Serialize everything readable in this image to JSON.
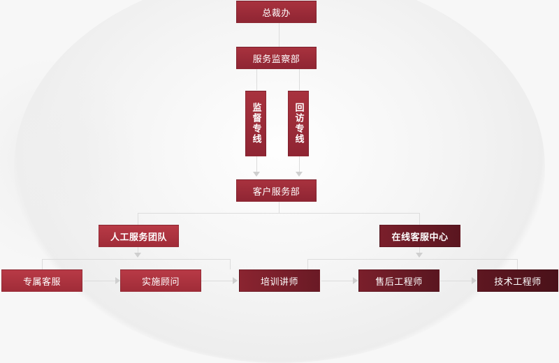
{
  "chart": {
    "ceo": "总裁办",
    "supervision_dept": "服务监察部",
    "hotlines": [
      "监督专线",
      "回访专线"
    ],
    "customer_service_dept": "客户服务部",
    "branches": {
      "manual_team": "人工服务团队",
      "online_center": "在线客服中心"
    },
    "roles": [
      "专属客服",
      "实施顾问",
      "培训讲师",
      "售后工程师",
      "技术工程师"
    ]
  },
  "colors": {
    "primary_red": "#a02c38",
    "dark_red": "#5a1620",
    "connector": "#dcdcdc",
    "background": "#f7f7f7"
  }
}
